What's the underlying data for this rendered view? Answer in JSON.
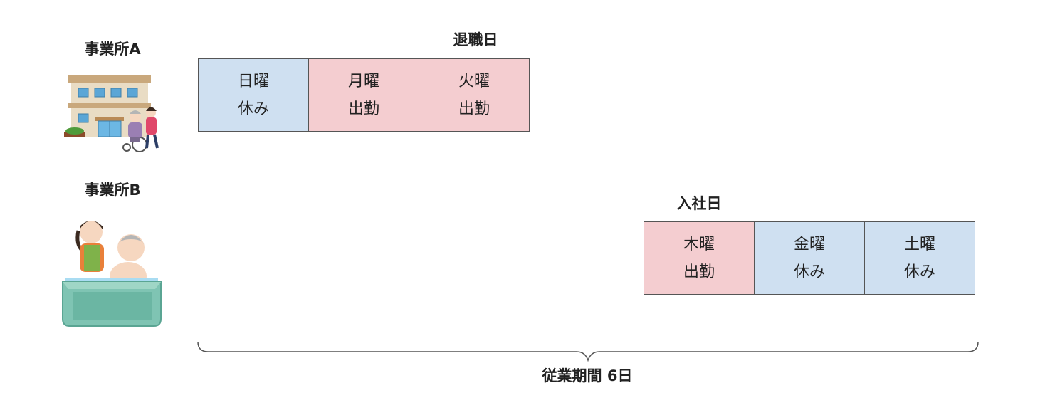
{
  "offices": {
    "a": {
      "label": "事業所A"
    },
    "b": {
      "label": "事業所B"
    }
  },
  "retirement_day": "退職日",
  "joining_day": "入社日",
  "office_a_days": [
    {
      "day": "日曜",
      "status": "休み",
      "type": "off"
    },
    {
      "day": "月曜",
      "status": "出勤",
      "type": "work"
    },
    {
      "day": "火曜",
      "status": "出勤",
      "type": "work"
    }
  ],
  "office_b_days": [
    {
      "day": "木曜",
      "status": "出勤",
      "type": "work"
    },
    {
      "day": "金曜",
      "status": "休み",
      "type": "off"
    },
    {
      "day": "土曜",
      "status": "休み",
      "type": "off"
    }
  ],
  "period": "従業期間 6日",
  "colors": {
    "off": "#cfe0f1",
    "work": "#f4cdd0",
    "border": "#555555"
  },
  "icons": {
    "office_a": "care-facility-building-icon",
    "office_b": "bathing-care-icon"
  }
}
